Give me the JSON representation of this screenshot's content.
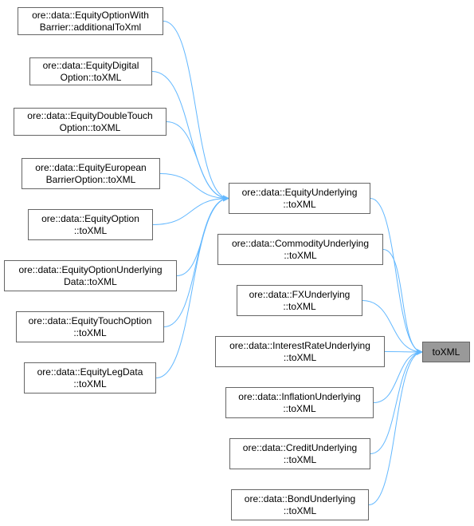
{
  "colors": {
    "edge": "#63b8ff",
    "node_border": "#666666",
    "target_fill": "#999999"
  },
  "nodes": [
    {
      "id": "n_with_barrier",
      "line1": "ore::data::EquityOptionWith",
      "line2": "Barrier::additionalToXml"
    },
    {
      "id": "n_digital",
      "line1": "ore::data::EquityDigital",
      "line2": "Option::toXML"
    },
    {
      "id": "n_double_touch",
      "line1": "ore::data::EquityDoubleTouch",
      "line2": "Option::toXML"
    },
    {
      "id": "n_european_barrier",
      "line1": "ore::data::EquityEuropean",
      "line2": "BarrierOption::toXML"
    },
    {
      "id": "n_equity_option",
      "line1": "ore::data::EquityOption",
      "line2": "::toXML"
    },
    {
      "id": "n_option_underlying_data",
      "line1": "ore::data::EquityOptionUnderlying",
      "line2": "Data::toXML"
    },
    {
      "id": "n_touch_option",
      "line1": "ore::data::EquityTouchOption",
      "line2": "::toXML"
    },
    {
      "id": "n_leg_data",
      "line1": "ore::data::EquityLegData",
      "line2": "::toXML"
    },
    {
      "id": "n_equity_underlying",
      "line1": "ore::data::EquityUnderlying",
      "line2": "::toXML"
    },
    {
      "id": "n_commodity_underlying",
      "line1": "ore::data::CommodityUnderlying",
      "line2": "::toXML"
    },
    {
      "id": "n_fx_underlying",
      "line1": "ore::data::FXUnderlying",
      "line2": "::toXML"
    },
    {
      "id": "n_ir_underlying",
      "line1": "ore::data::InterestRateUnderlying",
      "line2": "::toXML"
    },
    {
      "id": "n_inflation_underlying",
      "line1": "ore::data::InflationUnderlying",
      "line2": "::toXML"
    },
    {
      "id": "n_credit_underlying",
      "line1": "ore::data::CreditUnderlying",
      "line2": "::toXML"
    },
    {
      "id": "n_bond_underlying",
      "line1": "ore::data::BondUnderlying",
      "line2": "::toXML"
    },
    {
      "id": "n_target",
      "line1": "toXML",
      "line2": ""
    }
  ],
  "edges": [
    [
      "n_with_barrier",
      "n_equity_underlying"
    ],
    [
      "n_digital",
      "n_equity_underlying"
    ],
    [
      "n_double_touch",
      "n_equity_underlying"
    ],
    [
      "n_european_barrier",
      "n_equity_underlying"
    ],
    [
      "n_equity_option",
      "n_equity_underlying"
    ],
    [
      "n_option_underlying_data",
      "n_equity_underlying"
    ],
    [
      "n_touch_option",
      "n_equity_underlying"
    ],
    [
      "n_leg_data",
      "n_equity_underlying"
    ],
    [
      "n_equity_underlying",
      "n_target"
    ],
    [
      "n_commodity_underlying",
      "n_target"
    ],
    [
      "n_fx_underlying",
      "n_target"
    ],
    [
      "n_ir_underlying",
      "n_target"
    ],
    [
      "n_inflation_underlying",
      "n_target"
    ],
    [
      "n_credit_underlying",
      "n_target"
    ],
    [
      "n_bond_underlying",
      "n_target"
    ]
  ]
}
